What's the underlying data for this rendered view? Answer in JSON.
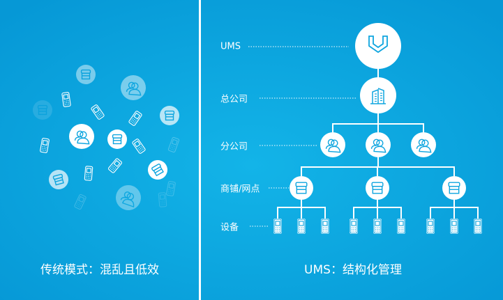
{
  "left_panel": {
    "caption": "传统模式：混乱且低效"
  },
  "right_panel": {
    "caption": "UMS：结构化管理",
    "levels": {
      "ums": "UMS",
      "headquarters": "总公司",
      "branch": "分公司",
      "store": "商铺/网点",
      "device": "设备"
    }
  },
  "colors": {
    "background": "#0ba3dd",
    "divider": "#ffffff",
    "icon": "#0ea5df"
  }
}
